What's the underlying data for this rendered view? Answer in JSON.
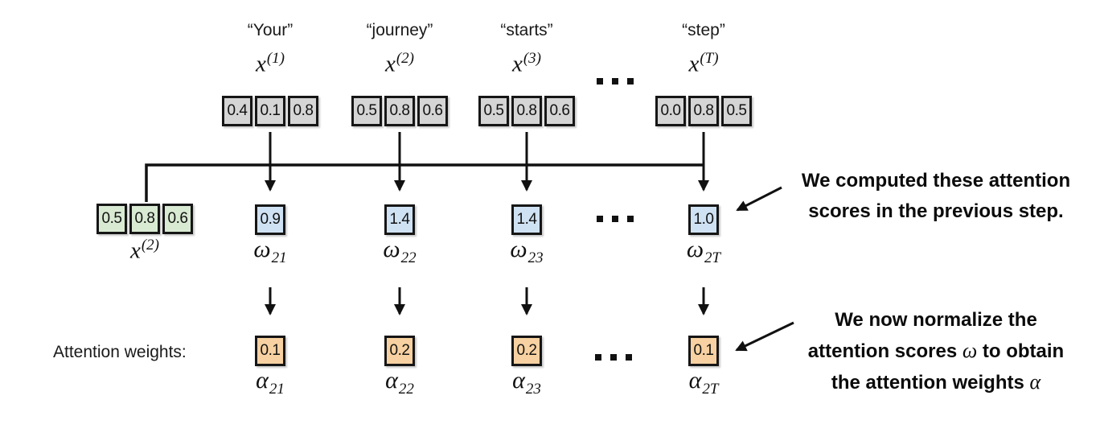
{
  "figure": {
    "attention_weights_label": "Attention weights:",
    "ellipsis": "..."
  },
  "columns": [
    {
      "word": "“Your”",
      "x_base": "x",
      "x_sup": "(1)",
      "vector": [
        "0.4",
        "0.1",
        "0.8"
      ],
      "score": "0.9",
      "omega_base": "ω",
      "omega_sub": "21",
      "weight": "0.1",
      "alpha_base": "α",
      "alpha_sub": "21"
    },
    {
      "word": "“journey”",
      "x_base": "x",
      "x_sup": "(2)",
      "vector": [
        "0.5",
        "0.8",
        "0.6"
      ],
      "score": "1.4",
      "omega_base": "ω",
      "omega_sub": "22",
      "weight": "0.2",
      "alpha_base": "α",
      "alpha_sub": "22"
    },
    {
      "word": "“starts”",
      "x_base": "x",
      "x_sup": "(3)",
      "vector": [
        "0.5",
        "0.8",
        "0.6"
      ],
      "score": "1.4",
      "omega_base": "ω",
      "omega_sub": "23",
      "weight": "0.2",
      "alpha_base": "α",
      "alpha_sub": "23"
    },
    {
      "word": "“step”",
      "x_base": "x",
      "x_sup": "(T)",
      "vector": [
        "0.0",
        "0.8",
        "0.5"
      ],
      "score": "1.0",
      "omega_base": "ω",
      "omega_sub": "2T",
      "weight": "0.1",
      "alpha_base": "α",
      "alpha_sub": "2T"
    }
  ],
  "query": {
    "x_base": "x",
    "x_sup": "(2)",
    "vector": [
      "0.5",
      "0.8",
      "0.6"
    ]
  },
  "annotations": {
    "scores_note_line1": "We computed these attention",
    "scores_note_line2": "scores in the previous step.",
    "weights_note_line1": "We now normalize the",
    "weights_note_line2_pre": "attention scores ",
    "weights_note_line2_math": "ω",
    "weights_note_line2_post": " to obtain",
    "weights_note_line3_pre": "the attention weights ",
    "weights_note_line3_math": "α"
  },
  "colors": {
    "embedding_fill": "#d5d5d5",
    "query_fill": "#d9ead3",
    "score_fill": "#cfe2f3",
    "weight_fill": "#f7d1a1",
    "line": "#111111"
  }
}
